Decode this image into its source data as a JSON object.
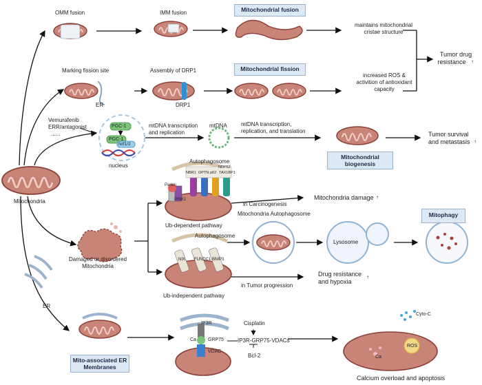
{
  "labels": {
    "omm_fusion": "OMM fusion",
    "imm_fusion": "IMM fusion",
    "mito_fusion": "Mitochondrial fusion",
    "cristae_1": "maintains mitochondrial",
    "cristae_2": "cristae structure",
    "tumor_drug_1": "Tumor drug",
    "tumor_drug_2": "resistance",
    "marking_fission": "Marking fission site",
    "assembly_drp1": "Assembly of DRP1",
    "mito_fission": "Mitochondrial fission",
    "ros_1": "increased ROS &",
    "ros_2": "activition of antioxidant",
    "ros_3": "capacity",
    "er": "ER",
    "drp1": "DRP1",
    "vemurafenib": "Vemurafenib",
    "err_antagonist": "ERR/antagonist",
    "dots": "......",
    "pgc1": "PGC-1",
    "pgc1b": "PGC-1",
    "nrf": "Nrf1/2",
    "nucleus": "nucleus",
    "mtdna_tr_1": "mtDNA  transcription",
    "mtdna_tr_2": "and replication",
    "mtdna": "mtDNA",
    "mtdna_rep_1": "mtDNA transcription,",
    "mtdna_rep_2": "replication, and translation",
    "biogenesis_1": "Mitochondrial",
    "biogenesis_2": "biogenesis",
    "tumor_surv_1": "Tumor survival",
    "tumor_surv_2": "and metastasis",
    "mitochondria": "Mitochondria",
    "autophagosome_1": "Autophagosome",
    "parkin": "Parkin",
    "pink1": "PINK1",
    "nbr1": "NBR1",
    "optn": "OPTN",
    "p62": "p62",
    "ndp52": "NDP52",
    "tax1bp1": "TAX1BP1",
    "ub_dep": "Ub-dependent pathway",
    "in_carcino": "in Carcinogenesis",
    "mito_damage": "Mitochondria damage",
    "mito_autophago": "Mitochondria Autophagosome",
    "mitophagy": "Mitophagy",
    "damaged_1": "Damaged or disordered",
    "damaged_2": "Mitochondria",
    "autophagosome_2": "Autophagosome",
    "lysosome": "Lysosome",
    "nix": "NIX",
    "fundc1": "FUNDC1",
    "bnip3": "BNIP3",
    "ub_indep": "Ub-independent pathway",
    "in_tumor_prog": "in Tumor progression",
    "drug_res_1": "Drug resistance",
    "drug_res_2": "and hypoxia",
    "er2": "ER",
    "ip3r": "IP3R",
    "ca": "Ca",
    "grp75": "GRP75",
    "vdac": "VDAC",
    "cisplatin": "Cisplatin",
    "ip3r_complex": "IP3R-GRP75-VDACs",
    "bcl2": "Bcl-2",
    "mam_1": "Mito-associated ER",
    "mam_2": "Membranes",
    "cyto_c": "Cyto-C",
    "ros_small": "ROS",
    "ca2": "Ca",
    "calcium_apop": "Calcium overload and apoptosis",
    "up_arrow": "↑"
  },
  "colors": {
    "mito_fill": "#c98478",
    "mito_edge": "#8a3f36",
    "box_fill": "#dde8f5",
    "accent_blue": "#2f8fd3",
    "pgc_green": "#7cc47a"
  }
}
